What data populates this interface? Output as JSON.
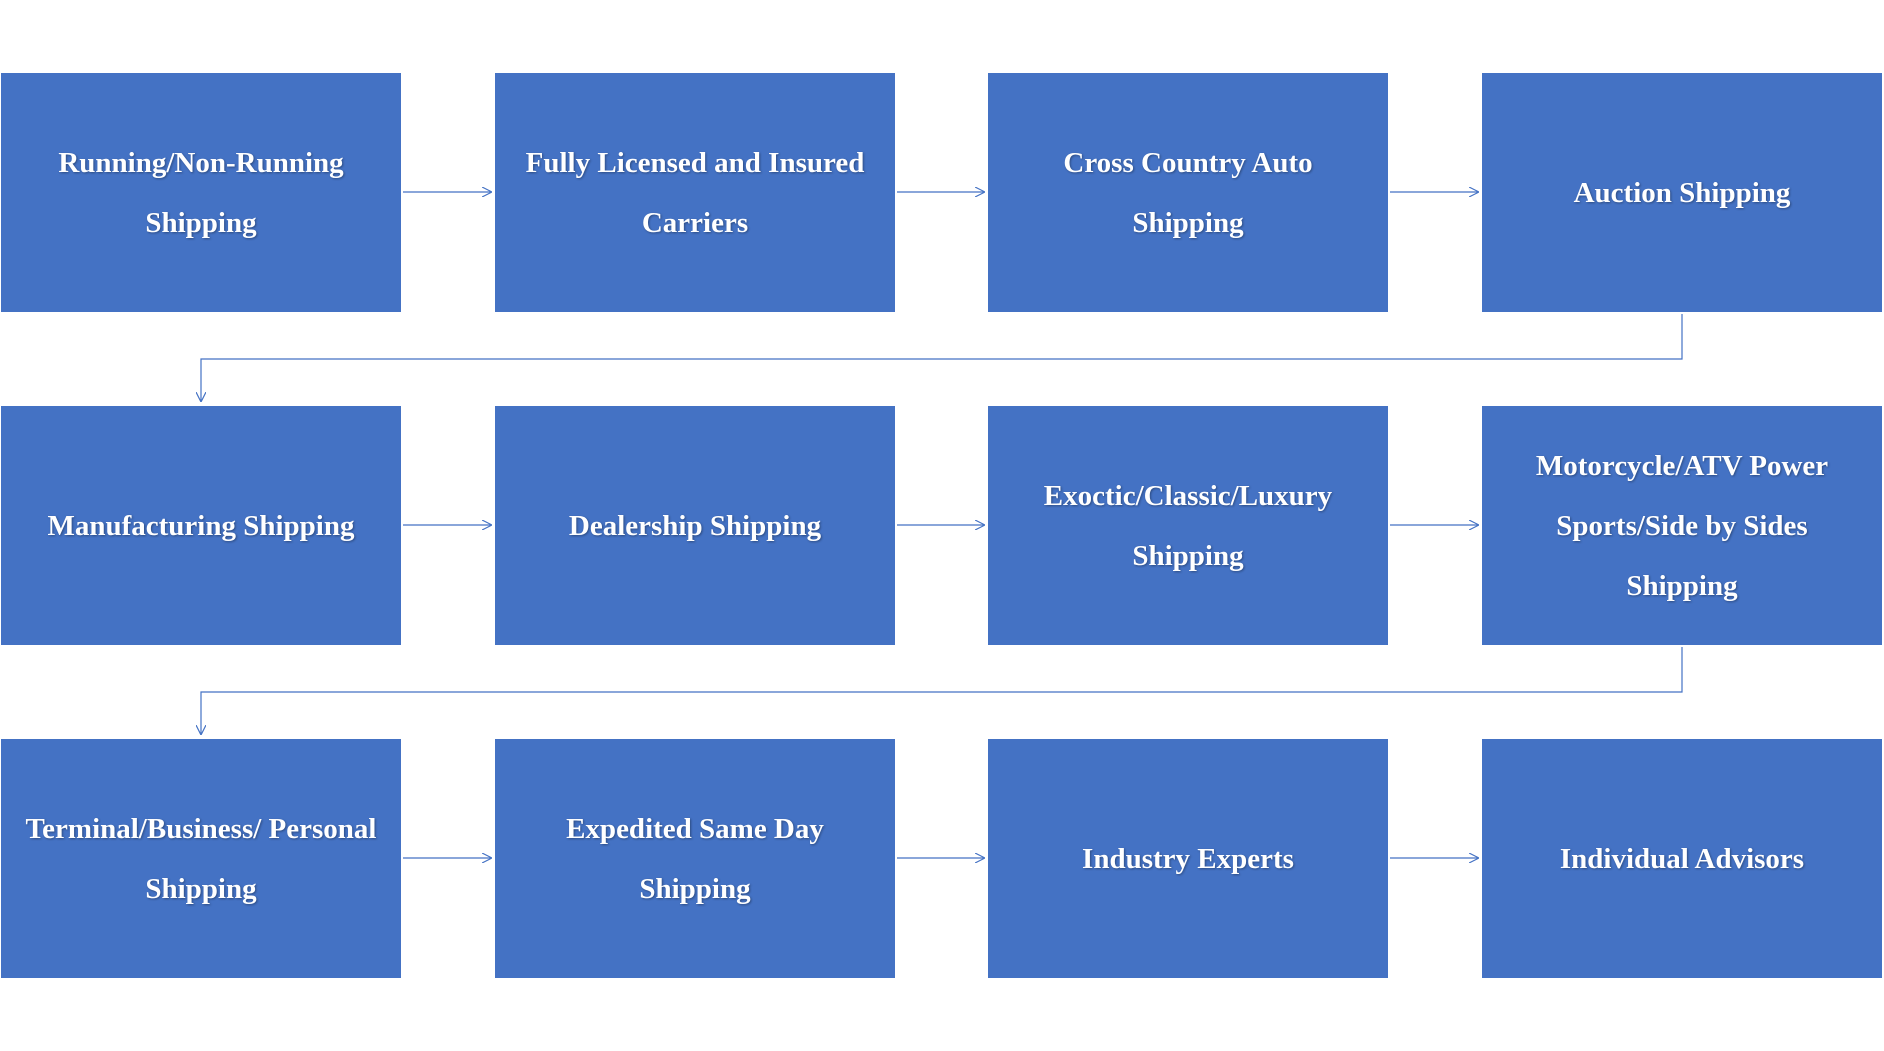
{
  "colors": {
    "box_fill": "#4472C4",
    "box_text": "#FFFFFF",
    "connector": "#4472C4",
    "background": "#FFFFFF"
  },
  "boxes": [
    {
      "label": "Running/Non-Running Shipping"
    },
    {
      "label": "Fully Licensed and Insured Carriers"
    },
    {
      "label": "Cross Country Auto Shipping"
    },
    {
      "label": "Auction Shipping"
    },
    {
      "label": "Manufacturing Shipping"
    },
    {
      "label": "Dealership Shipping"
    },
    {
      "label": "Exoctic/Classic/Luxury Shipping"
    },
    {
      "label": "Motorcycle/ATV Power Sports/Side by Sides Shipping"
    },
    {
      "label": "Terminal/Business/ Personal Shipping"
    },
    {
      "label": "Expedited Same Day Shipping"
    },
    {
      "label": "Industry Experts"
    },
    {
      "label": "Individual Advisors"
    }
  ]
}
